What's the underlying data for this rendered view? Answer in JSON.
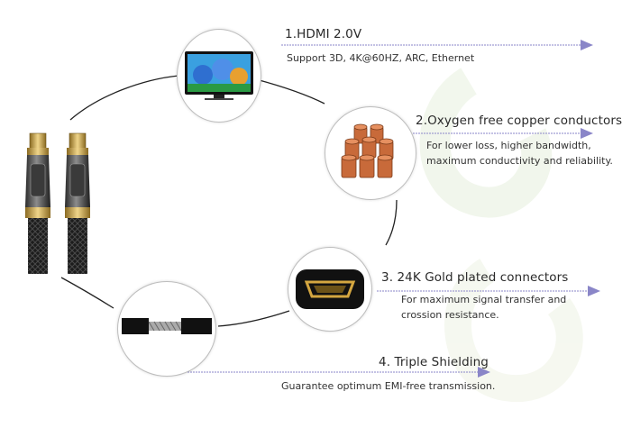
{
  "features": [
    {
      "title": "1.HDMI 2.0V",
      "desc": [
        "Support 3D, 4K@60HZ, ARC, Ethernet"
      ]
    },
    {
      "title": "2.Oxygen free copper conductors",
      "desc": [
        "For lower loss, higher bandwidth,",
        "maximum conductivity and reliability."
      ]
    },
    {
      "title": "3. 24K Gold plated connectors",
      "desc": [
        "For maximum signal transfer and",
        "crossion resistance."
      ]
    },
    {
      "title": "4. Triple Shielding",
      "desc": [
        "Guarantee optimum EMI-free transmission."
      ]
    }
  ],
  "colors": {
    "arrow": "#8a86c8",
    "gold": "#c8a04a",
    "watermark": "#e9f3df"
  }
}
